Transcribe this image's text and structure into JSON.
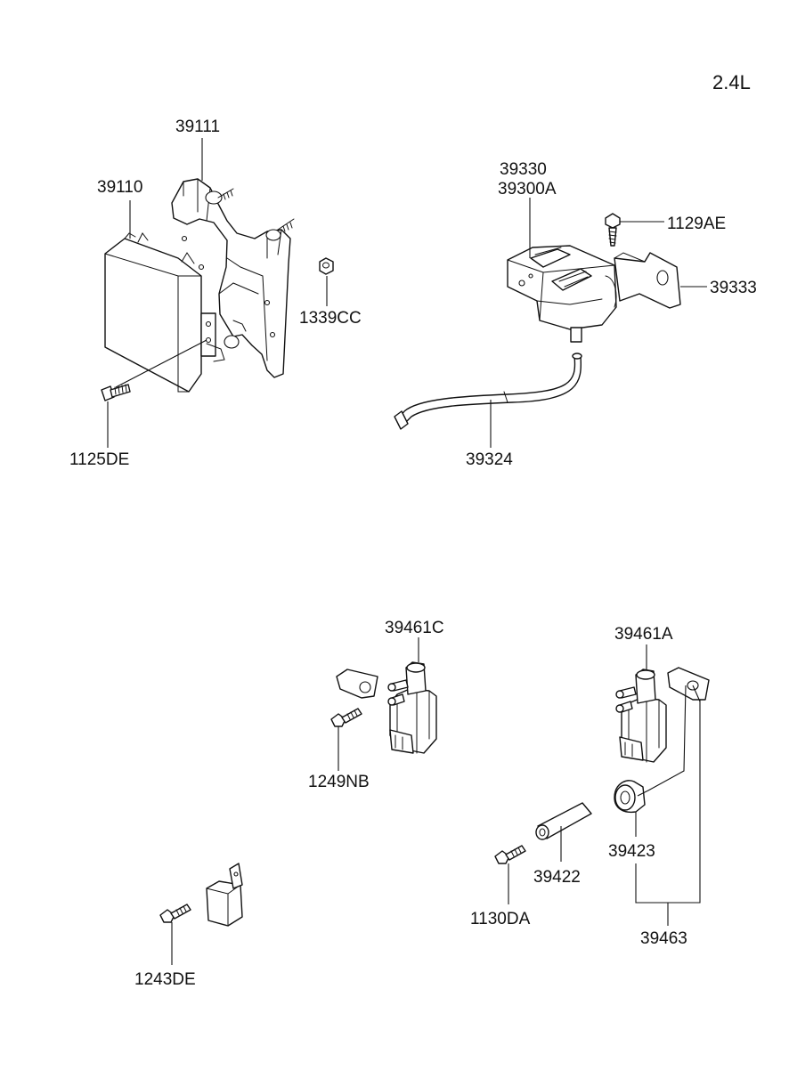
{
  "variant_label": "2.4L",
  "callouts": {
    "c39111": "39111",
    "c39110": "39110",
    "c1339CC": "1339CC",
    "c1125DE": "1125DE",
    "c39330": "39330",
    "c39300A": "39300A",
    "c1129AE": "1129AE",
    "c39333": "39333",
    "c39324": "39324",
    "c39461C": "39461C",
    "c1249NB": "1249NB",
    "c39461A": "39461A",
    "c39423": "39423",
    "c39422": "39422",
    "c1130DA": "1130DA",
    "c39463": "39463",
    "c1243DE": "1243DE"
  }
}
